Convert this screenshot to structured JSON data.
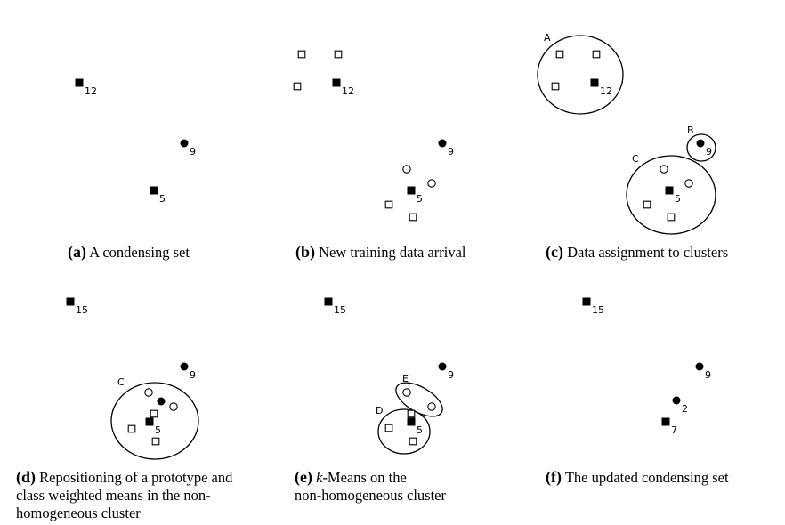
{
  "panels": [
    {
      "id": "a",
      "caption": {
        "tag": "(a)",
        "text": "A condensing set"
      },
      "points": [
        {
          "shape": "filled-square",
          "label": "12"
        },
        {
          "shape": "filled-circle",
          "label": "9"
        },
        {
          "shape": "filled-square",
          "label": "5"
        }
      ],
      "clusters": []
    },
    {
      "id": "b",
      "caption": {
        "tag": "(b)",
        "text": "New training data arrival"
      },
      "points": [
        {
          "shape": "open-square",
          "label": ""
        },
        {
          "shape": "open-square",
          "label": ""
        },
        {
          "shape": "open-square",
          "label": ""
        },
        {
          "shape": "filled-square",
          "label": "12"
        },
        {
          "shape": "filled-circle",
          "label": "9"
        },
        {
          "shape": "open-circle",
          "label": ""
        },
        {
          "shape": "open-circle",
          "label": ""
        },
        {
          "shape": "filled-square",
          "label": "5"
        },
        {
          "shape": "open-square",
          "label": ""
        },
        {
          "shape": "open-square",
          "label": ""
        }
      ],
      "clusters": []
    },
    {
      "id": "c",
      "caption": {
        "tag": "(c)",
        "text": "Data assignment to clusters"
      },
      "points": [
        {
          "shape": "open-square",
          "label": ""
        },
        {
          "shape": "open-square",
          "label": ""
        },
        {
          "shape": "open-square",
          "label": ""
        },
        {
          "shape": "filled-square",
          "label": "12"
        },
        {
          "shape": "filled-circle",
          "label": "9"
        },
        {
          "shape": "open-circle",
          "label": ""
        },
        {
          "shape": "open-circle",
          "label": ""
        },
        {
          "shape": "filled-square",
          "label": "5"
        },
        {
          "shape": "open-square",
          "label": ""
        },
        {
          "shape": "open-square",
          "label": ""
        }
      ],
      "clusters": [
        {
          "name": "A"
        },
        {
          "name": "B"
        },
        {
          "name": "C"
        }
      ]
    },
    {
      "id": "d",
      "caption": {
        "tag": "(d)",
        "text_lines": [
          "Repositioning of a prototype and",
          "class weighted means in the non-",
          "homogeneous cluster"
        ]
      },
      "points": [
        {
          "shape": "filled-square",
          "label": "15"
        },
        {
          "shape": "filled-circle",
          "label": "9"
        },
        {
          "shape": "open-circle",
          "label": ""
        },
        {
          "shape": "filled-circle",
          "label": ""
        },
        {
          "shape": "open-circle",
          "label": ""
        },
        {
          "shape": "open-square",
          "label": ""
        },
        {
          "shape": "filled-square",
          "label": "5"
        },
        {
          "shape": "open-square",
          "label": ""
        },
        {
          "shape": "open-square",
          "label": ""
        }
      ],
      "clusters": [
        {
          "name": "C"
        }
      ]
    },
    {
      "id": "e",
      "caption": {
        "tag": "(e)",
        "text_italic": "k",
        "text_lines": [
          "-Means on  the",
          "non-homogeneous cluster"
        ]
      },
      "points": [
        {
          "shape": "filled-square",
          "label": "15"
        },
        {
          "shape": "filled-circle",
          "label": "9"
        },
        {
          "shape": "open-circle",
          "label": ""
        },
        {
          "shape": "open-circle",
          "label": ""
        },
        {
          "shape": "open-square",
          "label": ""
        },
        {
          "shape": "open-square",
          "label": ""
        },
        {
          "shape": "filled-square",
          "label": "5"
        },
        {
          "shape": "open-square",
          "label": ""
        }
      ],
      "clusters": [
        {
          "name": "E"
        },
        {
          "name": "D"
        }
      ]
    },
    {
      "id": "f",
      "caption": {
        "tag": "(f)",
        "text": "The updated condensing set"
      },
      "points": [
        {
          "shape": "filled-square",
          "label": "15"
        },
        {
          "shape": "filled-circle",
          "label": "9"
        },
        {
          "shape": "filled-circle",
          "label": "2"
        },
        {
          "shape": "filled-square",
          "label": "7"
        }
      ],
      "clusters": []
    }
  ]
}
